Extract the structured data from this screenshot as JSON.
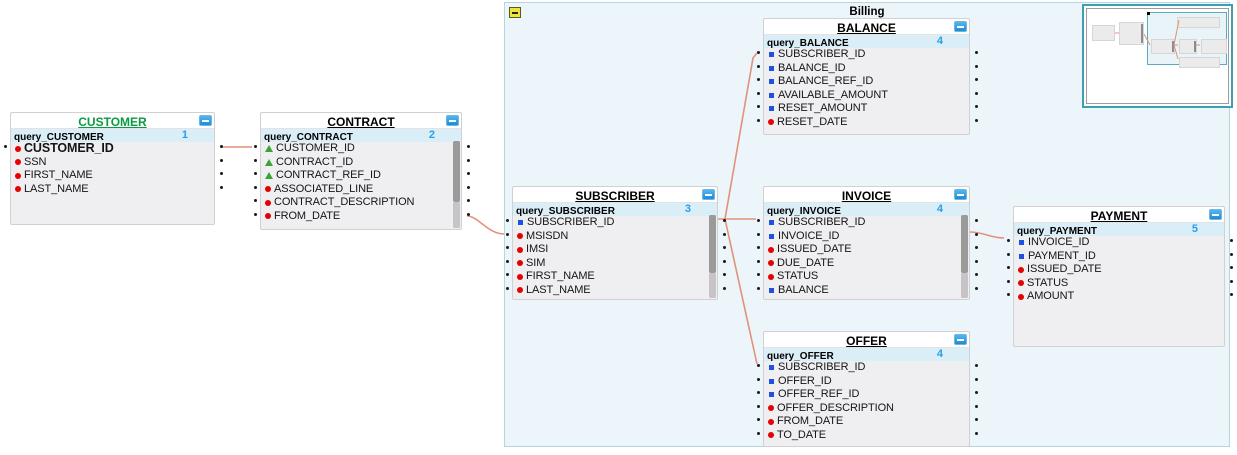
{
  "group": {
    "title": "Billing",
    "collapse_button": "minus"
  },
  "colors": {
    "accent_blue": "#2a9ee8",
    "connection_salmon": "#e2917a",
    "red_marker": "#e60000",
    "blue_marker": "#2050e0",
    "green_marker": "#37a637",
    "customer_title_green": "#0a9a43",
    "group_background": "#ecf5fa",
    "group_border": "#b5d5e1",
    "collapse_yellow": "#f0e23a",
    "subheader_blue": "#daeef8",
    "table_body_gray": "#efeef0"
  },
  "tables": [
    {
      "id": "customer",
      "title": "CUSTOMER",
      "title_color": "#0a9a43",
      "query": "query_CUSTOMER",
      "number": "1",
      "scrollbar": false,
      "left_dots": "first",
      "in_billing_group": false,
      "fields": [
        {
          "name": "CUSTOMER_ID",
          "marker": "red-dot",
          "bold": true
        },
        {
          "name": "SSN",
          "marker": "red-dot"
        },
        {
          "name": "FIRST_NAME",
          "marker": "red-dot"
        },
        {
          "name": "LAST_NAME",
          "marker": "red-dot"
        }
      ]
    },
    {
      "id": "contract",
      "title": "CONTRACT",
      "title_color": "#000000",
      "query": "query_CONTRACT",
      "number": "2",
      "scrollbar": true,
      "left_dots": "all",
      "in_billing_group": false,
      "fields": [
        {
          "name": "CUSTOMER_ID",
          "marker": "green-triangle"
        },
        {
          "name": "CONTRACT_ID",
          "marker": "green-triangle"
        },
        {
          "name": "CONTRACT_REF_ID",
          "marker": "green-triangle"
        },
        {
          "name": "ASSOCIATED_LINE",
          "marker": "red-dot"
        },
        {
          "name": "CONTRACT_DESCRIPTION",
          "marker": "red-dot"
        },
        {
          "name": "FROM_DATE",
          "marker": "red-dot"
        }
      ]
    },
    {
      "id": "subscriber",
      "title": "SUBSCRIBER",
      "title_color": "#000000",
      "query": "query_SUBSCRIBER",
      "number": "3",
      "scrollbar": true,
      "left_dots": "all",
      "in_billing_group": true,
      "fields": [
        {
          "name": "SUBSCRIBER_ID",
          "marker": "blue-square"
        },
        {
          "name": "MSISDN",
          "marker": "red-dot"
        },
        {
          "name": "IMSI",
          "marker": "red-dot"
        },
        {
          "name": "SIM",
          "marker": "red-dot"
        },
        {
          "name": "FIRST_NAME",
          "marker": "red-dot"
        },
        {
          "name": "LAST_NAME",
          "marker": "red-dot"
        }
      ]
    },
    {
      "id": "balance",
      "title": "BALANCE",
      "title_color": "#000000",
      "query": "query_BALANCE",
      "number": "4",
      "scrollbar": false,
      "left_dots": "all",
      "in_billing_group": true,
      "fields": [
        {
          "name": "SUBSCRIBER_ID",
          "marker": "blue-square"
        },
        {
          "name": "BALANCE_ID",
          "marker": "blue-square"
        },
        {
          "name": "BALANCE_REF_ID",
          "marker": "blue-square"
        },
        {
          "name": "AVAILABLE_AMOUNT",
          "marker": "blue-square"
        },
        {
          "name": "RESET_AMOUNT",
          "marker": "blue-square"
        },
        {
          "name": "RESET_DATE",
          "marker": "red-dot"
        }
      ]
    },
    {
      "id": "invoice",
      "title": "INVOICE",
      "title_color": "#000000",
      "query": "query_INVOICE",
      "number": "4",
      "scrollbar": true,
      "left_dots": "all",
      "in_billing_group": true,
      "fields": [
        {
          "name": "SUBSCRIBER_ID",
          "marker": "blue-square"
        },
        {
          "name": "INVOICE_ID",
          "marker": "blue-square"
        },
        {
          "name": "ISSUED_DATE",
          "marker": "red-dot"
        },
        {
          "name": "DUE_DATE",
          "marker": "red-dot"
        },
        {
          "name": "STATUS",
          "marker": "red-dot"
        },
        {
          "name": "BALANCE",
          "marker": "blue-square"
        }
      ]
    },
    {
      "id": "offer",
      "title": "OFFER",
      "title_color": "#000000",
      "query": "query_OFFER",
      "number": "4",
      "scrollbar": false,
      "left_dots": "all",
      "in_billing_group": true,
      "fields": [
        {
          "name": "SUBSCRIBER_ID",
          "marker": "blue-square"
        },
        {
          "name": "OFFER_ID",
          "marker": "blue-square"
        },
        {
          "name": "OFFER_REF_ID",
          "marker": "blue-square"
        },
        {
          "name": "OFFER_DESCRIPTION",
          "marker": "red-dot"
        },
        {
          "name": "FROM_DATE",
          "marker": "red-dot"
        },
        {
          "name": "TO_DATE",
          "marker": "red-dot"
        }
      ]
    },
    {
      "id": "payment",
      "title": "PAYMENT",
      "title_color": "#000000",
      "query": "query_PAYMENT",
      "number": "5",
      "scrollbar": false,
      "left_dots": "all",
      "in_billing_group": true,
      "fields": [
        {
          "name": "INVOICE_ID",
          "marker": "blue-square"
        },
        {
          "name": "PAYMENT_ID",
          "marker": "blue-square"
        },
        {
          "name": "ISSUED_DATE",
          "marker": "red-dot"
        },
        {
          "name": "STATUS",
          "marker": "red-dot"
        },
        {
          "name": "AMOUNT",
          "marker": "red-dot"
        }
      ]
    }
  ],
  "connections": [
    {
      "from": "CUSTOMER.CUSTOMER_ID",
      "to": "CONTRACT.CUSTOMER_ID"
    },
    {
      "from": "CONTRACT.FROM_DATE",
      "to": "SUBSCRIBER.MSISDN"
    },
    {
      "from": "SUBSCRIBER.SUBSCRIBER_ID",
      "to": "BALANCE.SUBSCRIBER_ID"
    },
    {
      "from": "SUBSCRIBER.SUBSCRIBER_ID",
      "to": "INVOICE.SUBSCRIBER_ID"
    },
    {
      "from": "SUBSCRIBER.SUBSCRIBER_ID",
      "to": "OFFER.SUBSCRIBER_ID"
    },
    {
      "from": "INVOICE.INVOICE_ID",
      "to": "PAYMENT.INVOICE_ID"
    }
  ],
  "minimap": {
    "mini_tables": [
      "CUSTOMER",
      "CONTRACT",
      "BALANCE",
      "SUBSCRIBER",
      "INVOICE",
      "PAYMENT",
      "OFFER"
    ],
    "mini_group": "Billing"
  }
}
